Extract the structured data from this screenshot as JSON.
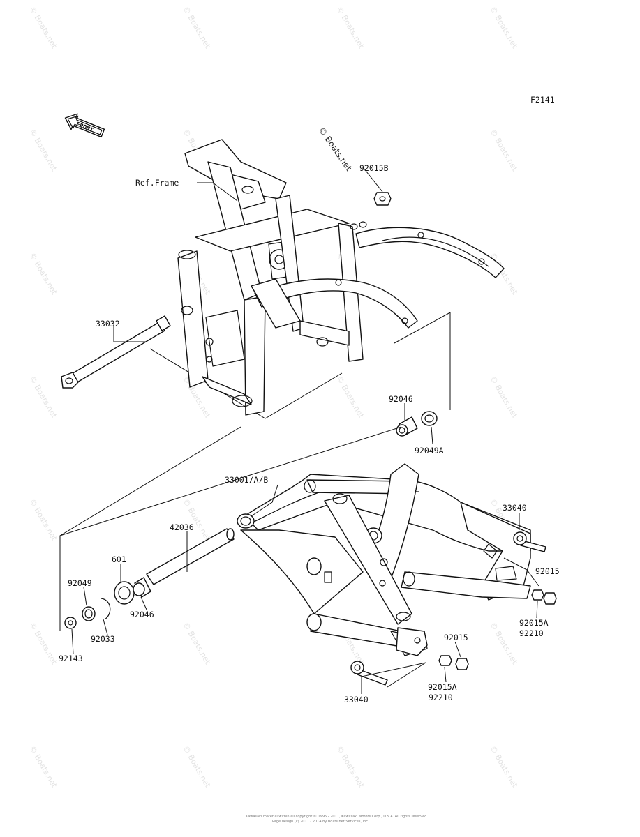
{
  "diagram_code": "F2141",
  "front_arrow": {
    "label": "FRONT",
    "icon": "front-arrow-icon"
  },
  "watermark": {
    "text": "© Boats.net",
    "color": "#e3e3e3"
  },
  "center_watermark": "© Boats.net",
  "labels": {
    "ref_frame": "Ref.Frame",
    "p92015B": "92015B",
    "p33032": "33032",
    "p92046_top": "92046",
    "p92049A": "92049A",
    "p33001": "33001/A/B",
    "p42036": "42036",
    "p601": "601",
    "p92049": "92049",
    "p92046_mid": "92046",
    "p92033": "92033",
    "p92143": "92143",
    "p33040_right": "33040",
    "p92015_right": "92015",
    "p92015A_right": "92015A",
    "p92210_right": "92210",
    "p92015_bottom": "92015",
    "p92015A_bottom": "92015A",
    "p92210_bottom": "92210",
    "p33040_bottom": "33040"
  },
  "footer": {
    "line1": "Kawasaki material within all copyright © 1995 - 2011, Kawasaki Motors Corp., U.S.A. All rights reserved.",
    "line2": "Page design (c) 2011 - 2014 by Boats.net Services, Inc."
  }
}
